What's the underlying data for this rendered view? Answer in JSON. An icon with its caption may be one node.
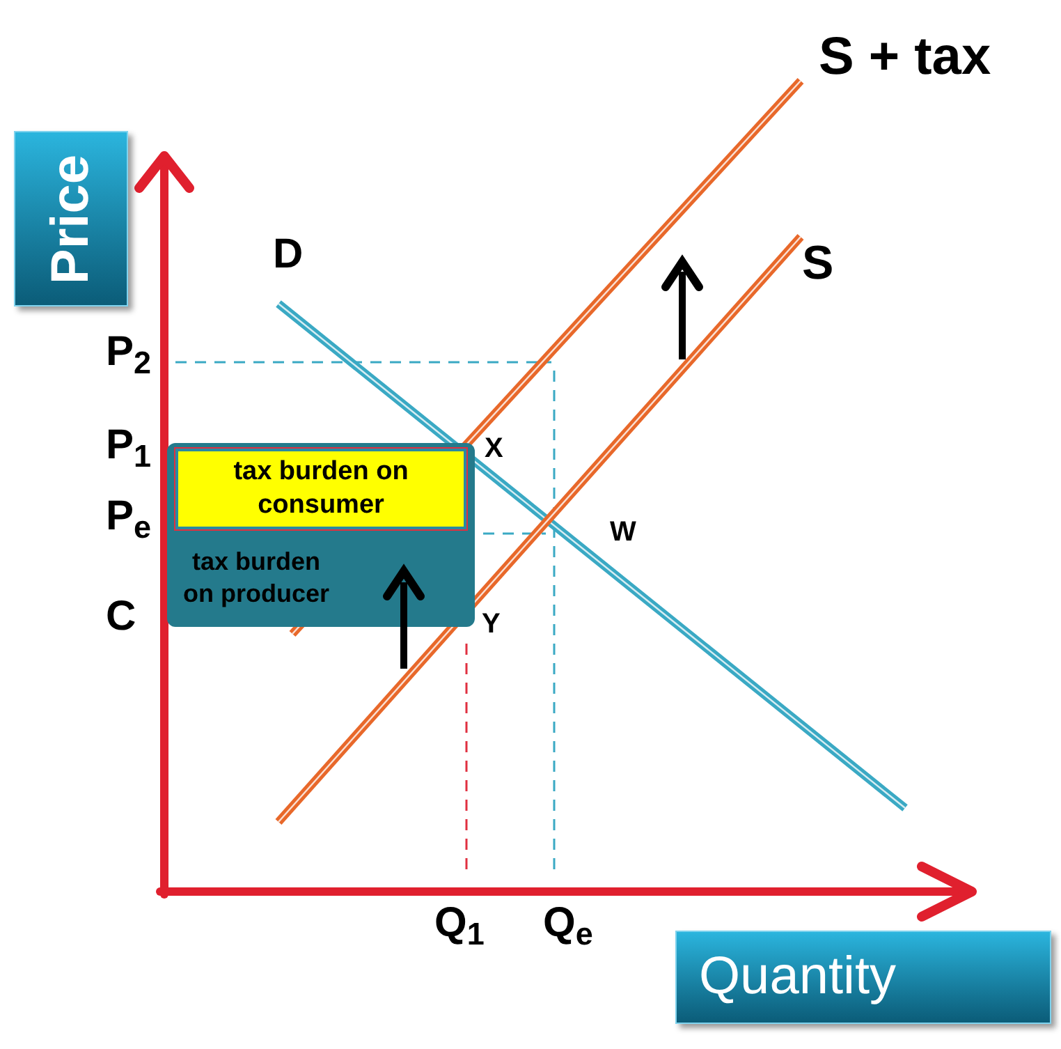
{
  "diagram": {
    "nodes": [
      {
        "text": [
          "Price"
        ]
      },
      {
        "text": [
          "tax burden on producer"
        ]
      },
      {
        "text": [
          "tax burden on consumer"
        ],
        "in": 1
      },
      {
        "text": [
          "Quantity"
        ]
      }
    ],
    "labels": [
      "S + tax",
      "D",
      "S",
      "P$_{2}$",
      "P$_{1}$",
      "X",
      "P$_{e}$",
      "W",
      "C",
      "Y",
      "Q$_{1}$",
      "Q$_{e}$"
    ]
  }
}
